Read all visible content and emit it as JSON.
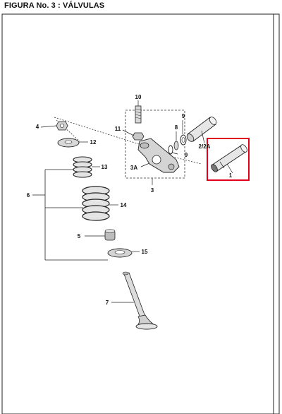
{
  "title": "FIGURA No. 3 : VÁLVULAS",
  "highlight_color": "#e0001b",
  "parts": [
    {
      "id": "1"
    },
    {
      "id": "2/2A"
    },
    {
      "id": "3"
    },
    {
      "id": "3A"
    },
    {
      "id": "4"
    },
    {
      "id": "5"
    },
    {
      "id": "6"
    },
    {
      "id": "7"
    },
    {
      "id": "8"
    },
    {
      "id": "9"
    },
    {
      "id": "9b",
      "label": "9"
    },
    {
      "id": "10"
    },
    {
      "id": "11"
    },
    {
      "id": "12"
    },
    {
      "id": "13"
    },
    {
      "id": "14"
    },
    {
      "id": "15"
    }
  ]
}
